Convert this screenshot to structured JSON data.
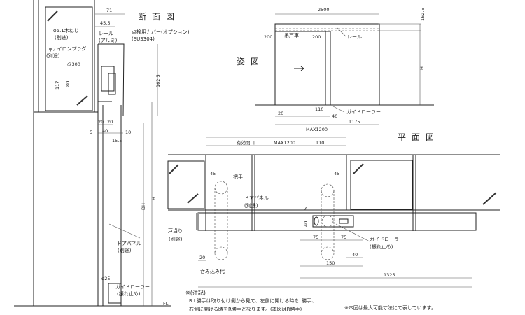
{
  "section": {
    "title": "断面図",
    "dims": {
      "d71": "71",
      "d45_5": "45.5",
      "d162_5": "162.5",
      "d117": "117",
      "d80": "80",
      "pitch": "@300",
      "d20a": "20",
      "d20b": "20",
      "d5": "5",
      "d40": "40",
      "d10": "10",
      "d15_5": "15.5",
      "dh": "DH",
      "h": "H",
      "d25": "φ25",
      "fl": "FL"
    },
    "labels": {
      "screw": "φ5.1木ねじ",
      "screw_note": "(別途)",
      "plug": "φナイロンプラグ",
      "plug_note": "(別途)",
      "rail": "レール",
      "rail_note": "(アルミ)",
      "cover": "点検用カバー(オプション)",
      "cover_note": "(SUS304)",
      "door_panel": "ドアパネル",
      "door_panel_note": "(別途)",
      "guide": "ガイドローラー",
      "guide_note": "(振れ止め)"
    }
  },
  "elevation": {
    "title": "姿図",
    "dims": {
      "w": "2500",
      "h1": "162.5",
      "h": "H",
      "d200a": "200",
      "d200b": "200",
      "d110": "110",
      "d20": "20",
      "d40": "40",
      "d1175": "1175",
      "max": "MAX1200"
    },
    "labels": {
      "hanger": "吊戸車",
      "rail": "レール",
      "guide": "ガイドローラー"
    }
  },
  "plan": {
    "title": "平面図",
    "dims": {
      "opening": "有効開口",
      "max": "MAX1200",
      "d110": "110",
      "d45a": "45",
      "d45b": "45",
      "d5": "5",
      "d40a": "40",
      "d75a": "75",
      "d75b": "75",
      "d40b": "40",
      "d150": "150",
      "d1325": "1325",
      "d20": "20"
    },
    "labels": {
      "handle": "把手",
      "door_panel": "ドアパネル",
      "door_panel_note": "(別途)",
      "stop": "戸当り",
      "stop_note": "(別途)",
      "guide": "ガイドローラー",
      "guide_note": "(振れ止め)",
      "overlap": "呑み込み代"
    }
  },
  "notes": {
    "heading": "※(注記)",
    "line1": "R.L勝手は取り付け側から見て、左側に開ける時をL勝手、",
    "line2": "右側に開ける時をR勝手となります。(本図はR勝手)",
    "scale_note": "※本図は最大可能寸法にて表しています。"
  }
}
